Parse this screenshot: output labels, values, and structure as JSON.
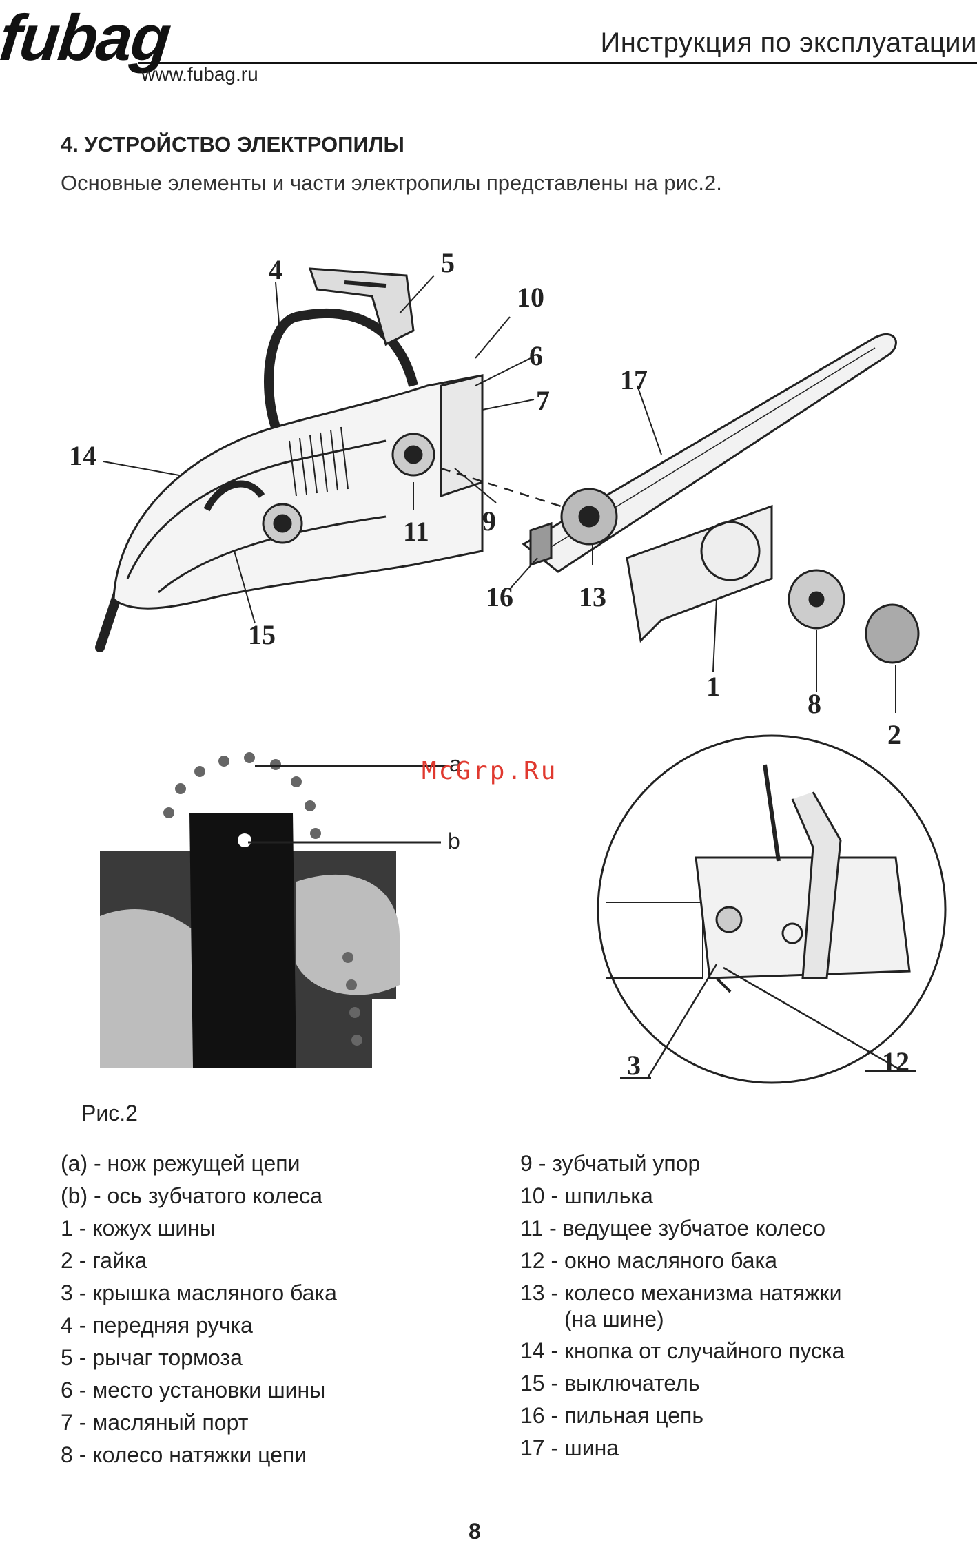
{
  "header": {
    "brand": "fubag",
    "website": "www.fubag.ru",
    "title": "Инструкция по эксплуатации"
  },
  "section": {
    "title": "4. УСТРОЙСТВО ЭЛЕКТРОПИЛЫ",
    "intro": "Основные элементы и части электропилы представлены на рис.2."
  },
  "figure": {
    "callouts_main": [
      "1",
      "2",
      "4",
      "5",
      "6",
      "7",
      "8",
      "9",
      "10",
      "11",
      "13",
      "14",
      "15",
      "16",
      "17"
    ],
    "callouts_chain": [
      "a",
      "b"
    ],
    "callouts_detail": [
      "3",
      "12"
    ],
    "caption": "Рис.2"
  },
  "watermark": "McGrp.Ru",
  "legend": {
    "left": [
      {
        "text": "(a) - нож режущей цепи"
      },
      {
        "text": "(b) - ось зубчатого колеса"
      },
      {
        "text": "1 - кожух шины"
      },
      {
        "text": "2 - гайка"
      },
      {
        "text": "3 - крышка масляного бака"
      },
      {
        "text": "4 - передняя ручка"
      },
      {
        "text": "5 - рычаг тормоза"
      },
      {
        "text": "6 - место установки шины"
      },
      {
        "text": "7 - масляный порт"
      },
      {
        "text": "8 - колесо натяжки цепи"
      }
    ],
    "right": [
      {
        "text": "9 - зубчатый упор"
      },
      {
        "text": "10 - шпилька"
      },
      {
        "text": "11 - ведущее зубчатое колесо"
      },
      {
        "text": "12 - окно масляного бака"
      },
      {
        "text": "13 - колесо механизма натяжки",
        "cont": "(на шине)"
      },
      {
        "text": "14 - кнопка от случайного пуска"
      },
      {
        "text": "15 - выключатель"
      },
      {
        "text": "16 - пильная цепь"
      },
      {
        "text": "17 - шина"
      }
    ]
  },
  "page_number": "8"
}
